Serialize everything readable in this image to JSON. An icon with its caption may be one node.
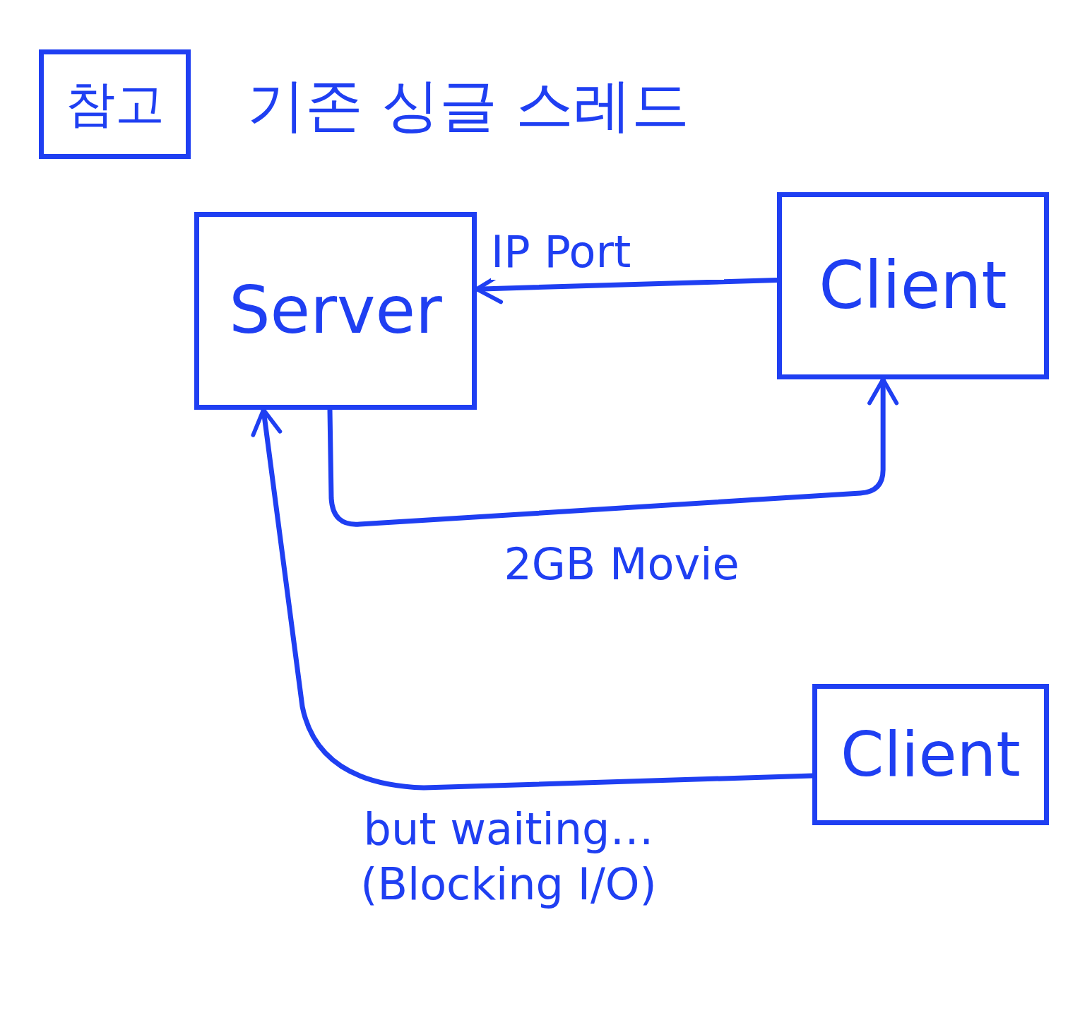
{
  "diagram": {
    "title": "기존 싱글 스레드",
    "nodes": [
      {
        "text": [
          "참고"
        ]
      },
      {
        "text": [
          "Server"
        ]
      },
      {
        "text": [
          "Client"
        ]
      },
      {
        "text": [
          "Client"
        ]
      }
    ],
    "edges": [
      {
        "from": 2,
        "to": 1,
        "arrow": "to",
        "label": "IP Port"
      },
      {
        "from": 1,
        "to": 2,
        "arrow": "to",
        "label": "2GB Movie"
      },
      {
        "from": 3,
        "to": 1,
        "arrow": "to",
        "label": "but waiting… (Blocking I/O)"
      }
    ]
  }
}
